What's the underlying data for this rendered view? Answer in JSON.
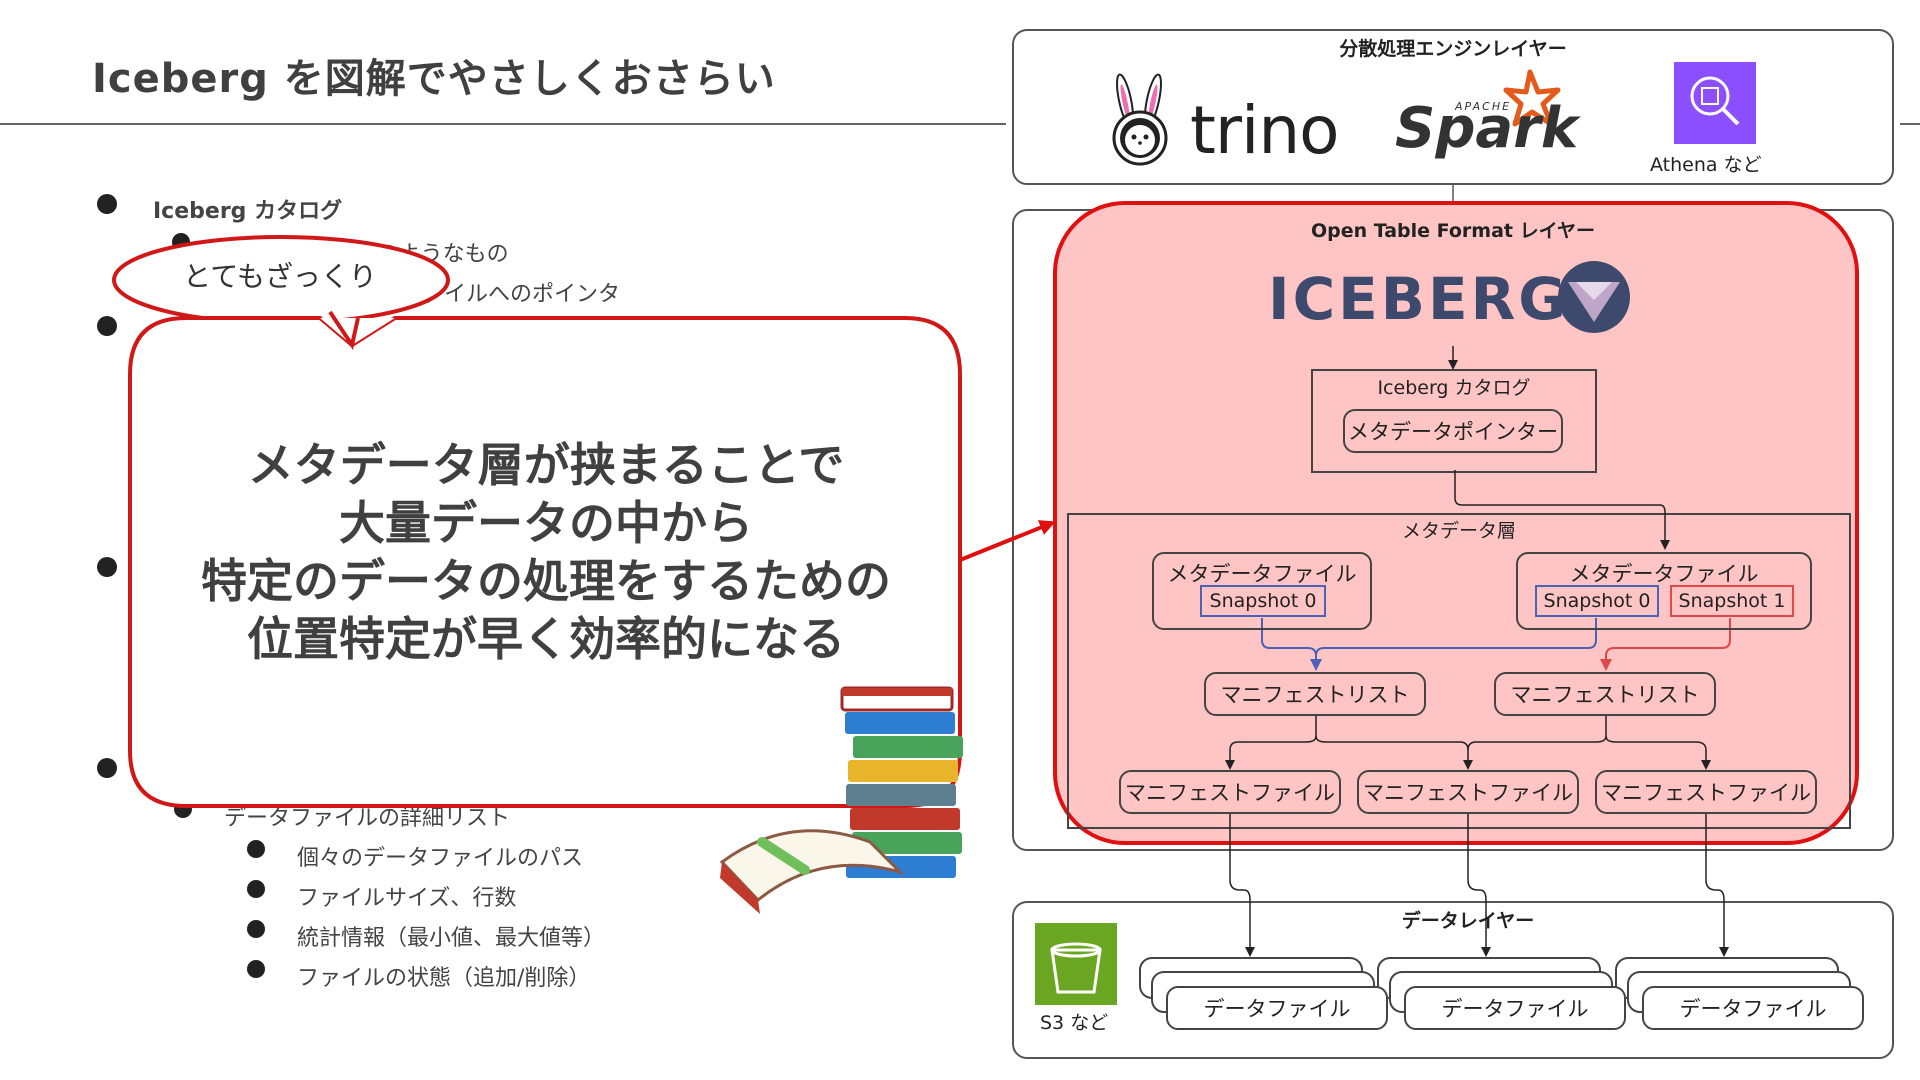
{
  "slide": {
    "title": "Iceberg を図解でやさしくおさらい"
  },
  "bullets": [
    {
      "text": "Iceberg カタログ",
      "level": 1
    },
    {
      "text": "テーブルの目次のようなもの",
      "level": 2
    },
    {
      "text": "最新のメタデータファイルへのポインタ",
      "level": 2
    },
    {
      "text": "データファイルの詳細リスト",
      "level": 2
    },
    {
      "text": "個々のデータファイルのパス",
      "level": 3
    },
    {
      "text": "ファイルサイズ、行数",
      "level": 3
    },
    {
      "text": "統計情報（最小値、最大値等）",
      "level": 3
    },
    {
      "text": "ファイルの状態（追加/削除）",
      "level": 3
    }
  ],
  "callout": {
    "bubble": "とてもざっくり",
    "lines": [
      "メタデータ層が挟まることで",
      "大量データの中から",
      "特定のデータの処理をするための",
      "位置特定が早く効率的になる"
    ]
  },
  "diagram": {
    "engine_layer": {
      "title": "分散処理エンジンレイヤー",
      "trino": "trino",
      "spark": "Spark",
      "spark_apache": "APACHE",
      "athena": "Athena など"
    },
    "otf_layer": {
      "title": "Open Table Format レイヤー",
      "iceberg_logo": "ICEBERG",
      "catalog": {
        "title": "Iceberg カタログ",
        "pointer": "メタデータポインター"
      },
      "metadata_layer": {
        "title": "メタデータ層",
        "file_left": {
          "title": "メタデータファイル",
          "snapshots": [
            "Snapshot 0"
          ]
        },
        "file_right": {
          "title": "メタデータファイル",
          "snapshots": [
            "Snapshot 0",
            "Snapshot 1"
          ]
        },
        "manifest_lists": [
          "マニフェストリスト",
          "マニフェストリスト"
        ],
        "manifest_files": [
          "マニフェストファイル",
          "マニフェストファイル",
          "マニフェストファイル"
        ]
      }
    },
    "data_layer": {
      "title": "データレイヤー",
      "s3": "S3 など",
      "data_files": [
        "データファイル",
        "データファイル",
        "データファイル"
      ]
    }
  },
  "colors": {
    "highlight_fill": "#ffc4c4",
    "highlight_stroke": "#e01010",
    "snapshot_blue": "#4b63b7",
    "snapshot_red": "#e0484a",
    "athena_purple": "#8c4fff",
    "s3_green": "#6aa621"
  }
}
